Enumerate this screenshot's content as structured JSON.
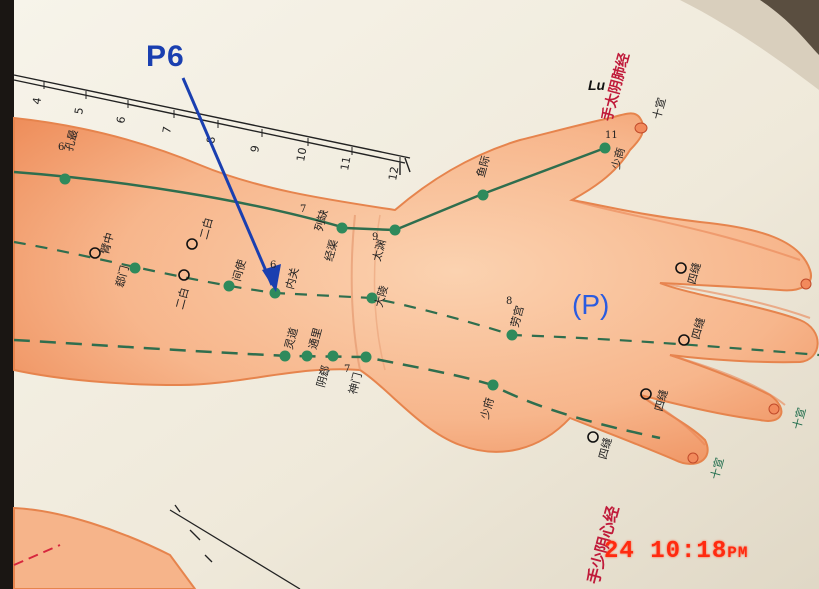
{
  "scale_numbers": [
    "4",
    "5",
    "6",
    "7",
    "8",
    "9",
    "10",
    "11",
    "12"
  ],
  "annotations": {
    "p6": "P6",
    "p": "(P)"
  },
  "meridian_titles": {
    "lung": "手太阴肺经",
    "lung_code": "Lu",
    "heart": "手少阴心经"
  },
  "point_labels": {
    "kongzui": "孔最",
    "kongzui_num": "6",
    "lieque": "列缺",
    "lieque_num": "7",
    "jingqu": "经渠",
    "taiyuan": "太渊",
    "taiyuan_num": "9",
    "yuji": "鱼际",
    "shaoshang": "少商",
    "shaoshang_num": "11",
    "shixuan": "十宣",
    "ximen": "郄门",
    "bizhong": "臂中",
    "erbai_top": "二白",
    "erbai_bottom": "二白",
    "jianshi": "间使",
    "neiguan": "内关",
    "neiguan_num": "6",
    "daling": "大陵",
    "laogong": "劳宫",
    "laogong_num": "8",
    "sifeng": "四缝",
    "lingdao": "灵道",
    "tongli": "通里",
    "yinxi": "阴郄",
    "shenmen": "神门",
    "shenmen_num": "7",
    "shaofu": "少府"
  },
  "timestamp": {
    "day": "24",
    "time": "10:18",
    "ampm": "PM"
  },
  "colors": {
    "paper": "#f3efe2",
    "skin": "#f6b48a",
    "skin_edge": "#e2753f",
    "meridian": "#2f6e4e",
    "point": "#2f8a5c",
    "annotation_blue": "#1a3fb0",
    "stamp": "#ff2a10",
    "title_red": "#c01a3a"
  }
}
